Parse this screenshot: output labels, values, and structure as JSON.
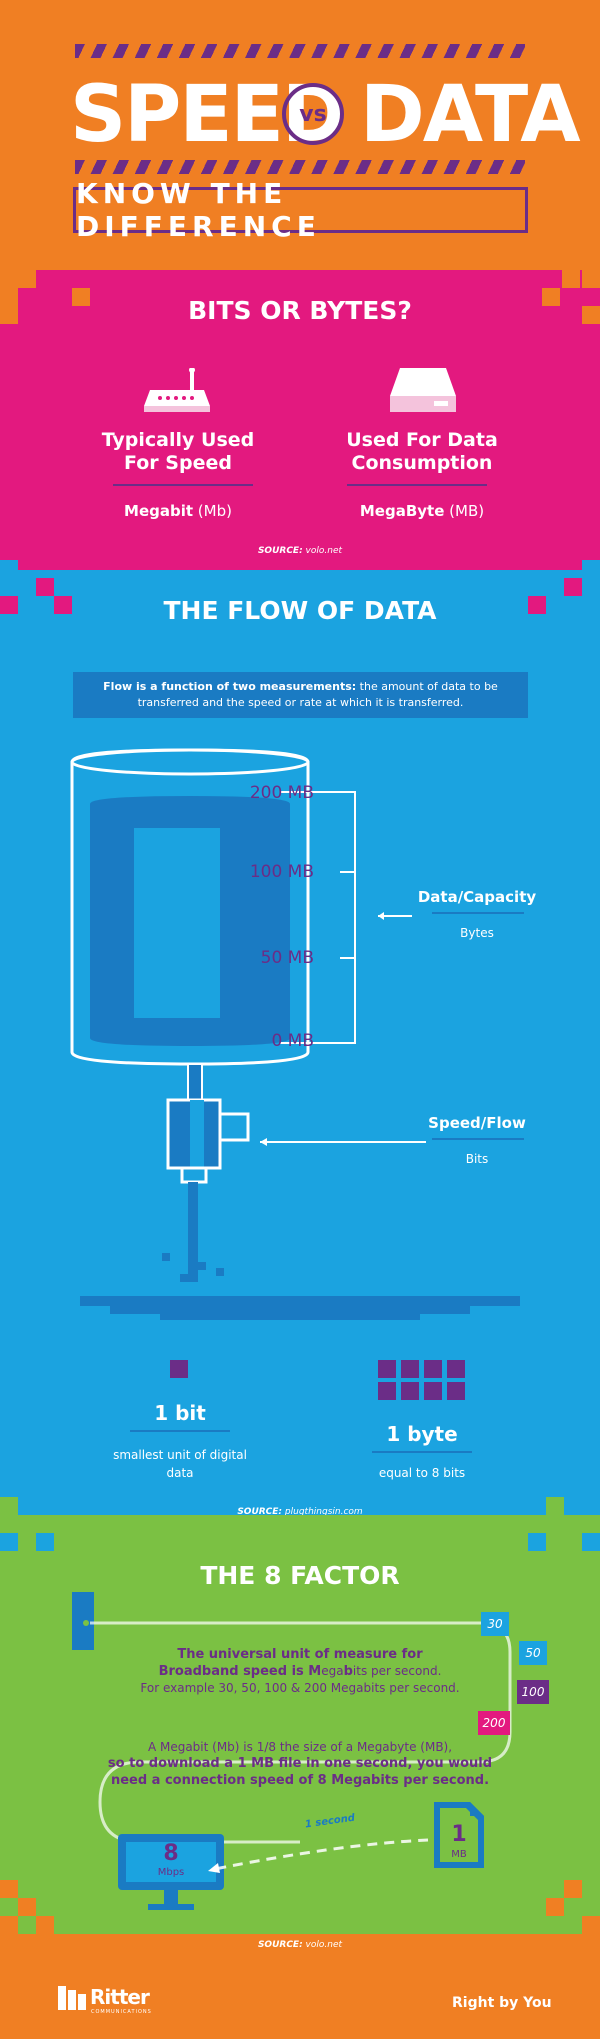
{
  "header": {
    "title_left": "SPEED",
    "vs": "vs",
    "title_right": "DATA",
    "subtitle": "KNOW THE DIFFERENCE"
  },
  "bits": {
    "title": "BITS OR BYTES?",
    "speed_label_line1": "Typically Used",
    "speed_label_line2": "For Speed",
    "speed_unit_bold": "Megabit",
    "speed_unit_abbr": " (Mb)",
    "data_label_line1": "Used For Data",
    "data_label_line2": "Consumption",
    "data_unit_bold": "MegaByte",
    "data_unit_abbr": " (MB)",
    "source_label": "SOURCE:",
    "source": " volo.net"
  },
  "flow": {
    "title": "THE FLOW OF DATA",
    "intro_bold": "Flow is a function of two measurements:",
    "intro_rest": " the amount of data to be transferred and the speed or rate at which it is transferred.",
    "levels": [
      "200 MB",
      "100 MB",
      "50 MB",
      "0 MB"
    ],
    "capacity_label": "Data/Capacity",
    "capacity_sub": "Bytes",
    "speed_label": "Speed/Flow",
    "speed_sub": "Bits",
    "bit_title": "1 bit",
    "bit_desc_line1": "smallest unit of digital",
    "bit_desc_line2": "data",
    "byte_title": "1 byte",
    "byte_desc": "equal to 8 bits",
    "source_label": "SOURCE:",
    "source": " plugthingsin.com"
  },
  "factor": {
    "title": "THE 8 FACTOR",
    "text1_line1": "The universal unit of measure for",
    "text1_line2_a": "Broadband speed is M",
    "text1_line2_b": "ega",
    "text1_line2_c": "b",
    "text1_line2_d": "its",
    "text1_line2_e": " per second.",
    "text1_line3": "For example 30, 50, 100 & 200 Megabits per second.",
    "text2_line1": "A Megabit (Mb) is 1/8 the size of a Megabyte (MB),",
    "text2_line2": "so to download a 1 MB file in one second, you would",
    "text2_line3": "need a connection speed of 8 Megabits per second.",
    "tags": [
      "30",
      "50",
      "100",
      "200"
    ],
    "monitor_value": "8",
    "monitor_unit": "Mbps",
    "file_value": "1",
    "file_unit": "MB",
    "arrow_label": "1 second",
    "source_label": "SOURCE:",
    "source": " volo.net"
  },
  "footer": {
    "logo": "Ritter",
    "logo_sub": "COMMUNICATIONS",
    "tagline": "Right by You"
  },
  "colors": {
    "orange": "#f07f23",
    "magenta": "#e3197f",
    "blue": "#1ba3e0",
    "green": "#7bc143",
    "purple": "#6b2d87"
  }
}
